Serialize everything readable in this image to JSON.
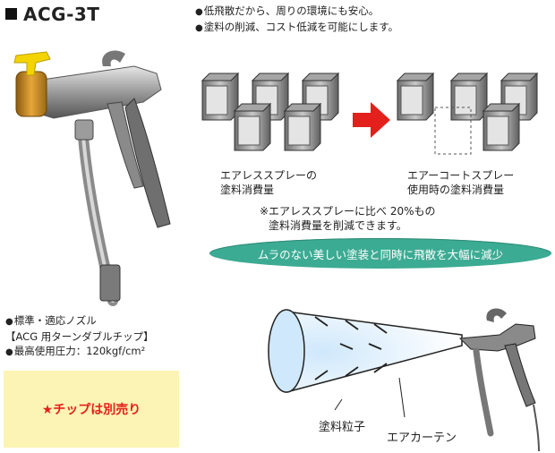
{
  "header": {
    "title": "ACG-3T"
  },
  "features": [
    "低飛散だから、周りの環境にも安心。",
    "塗料の削減、コスト低減を可能にします。"
  ],
  "comparison": {
    "left_caption_line1": "エアレススプレーの",
    "left_caption_line2": "塗料消費量",
    "right_caption_line1": "エアーコートスプレー",
    "right_caption_line2": "使用時の塗料消費量",
    "note_line1": "※エアレススプレーに比べ 20%もの",
    "note_line2": "塗料消費量を削減できます。",
    "arrow_color": "#e3201b"
  },
  "banner": {
    "text": "ムラのない美しい塗装と同時に飛散を大幅に減少"
  },
  "specs": {
    "line1": "標準・適応ノズル",
    "line2": "【ACG 用ターンダブルチップ】",
    "line3": "最高使用圧力：120kgf/cm²"
  },
  "tip_notice": {
    "text": "★チップは別売り"
  },
  "diagram": {
    "particles_label": "塗料粒子",
    "curtain_label": "エアカーテン"
  }
}
